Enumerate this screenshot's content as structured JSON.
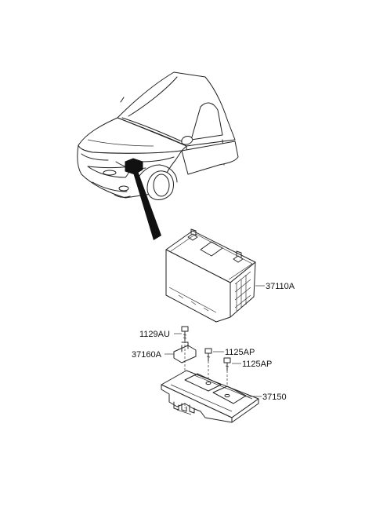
{
  "diagram": {
    "labels": {
      "battery": "37110A",
      "bolt_top": "1129AU",
      "clamp": "37160A",
      "bolt_right_1": "1125AP",
      "bolt_right_2": "1125AP",
      "tray": "37150"
    }
  }
}
